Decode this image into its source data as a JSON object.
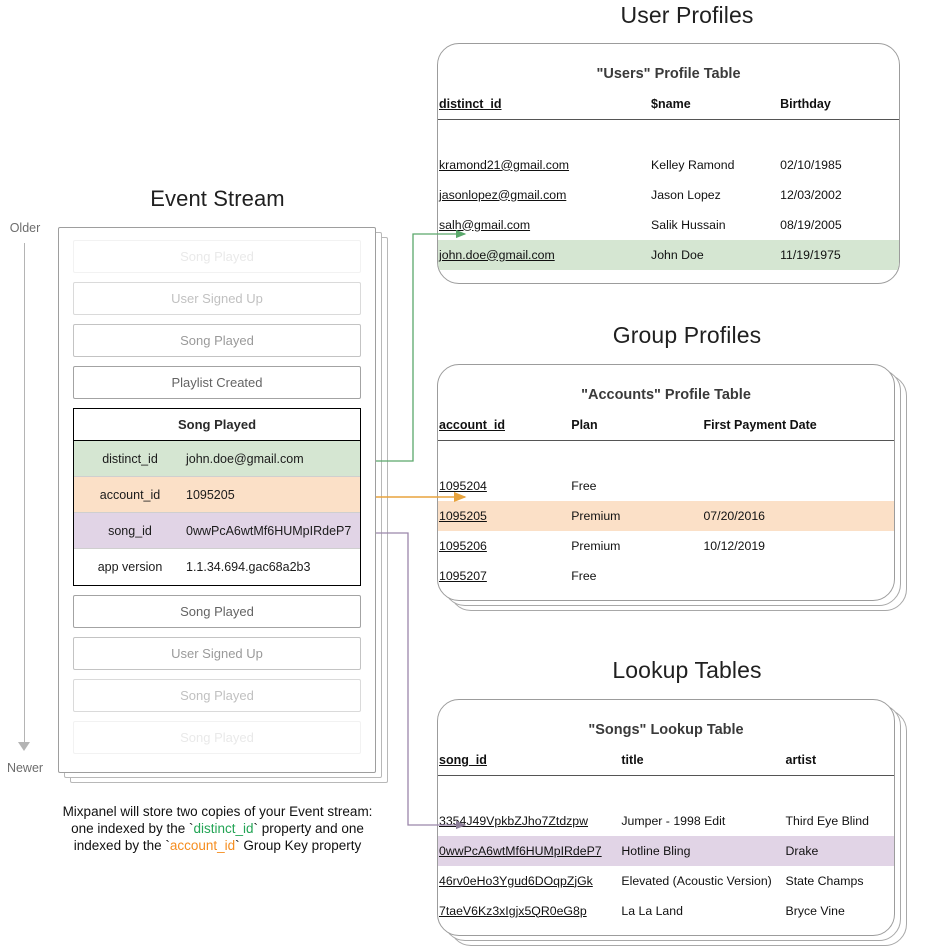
{
  "sections": {
    "user_profiles_title": "User Profiles",
    "group_profiles_title": "Group Profiles",
    "lookup_tables_title": "Lookup Tables",
    "event_stream_title": "Event Stream"
  },
  "time_axis": {
    "top_label": "Older",
    "bottom_label": "Newer"
  },
  "event_stream": {
    "events_above": [
      {
        "label": "Song Played",
        "fade": "fade-05"
      },
      {
        "label": "User Signed Up",
        "fade": "fade-1"
      },
      {
        "label": "Song Played",
        "fade": "fade-2"
      },
      {
        "label": "Playlist Created",
        "fade": "fade-3"
      }
    ],
    "selected_event": {
      "title": "Song Played",
      "properties": [
        {
          "key": "distinct_id",
          "value": "john.doe@gmail.com",
          "highlight": "green"
        },
        {
          "key": "account_id",
          "value": "1095205",
          "highlight": "orange"
        },
        {
          "key": "song_id",
          "value": "0wwPcA6wtMf6HUMpIRdeP7",
          "highlight": "purple"
        },
        {
          "key": "app version",
          "value": "1.1.34.694.gac68a2b3",
          "highlight": "none"
        }
      ]
    },
    "events_below": [
      {
        "label": "Song Played",
        "fade": "fade-3"
      },
      {
        "label": "User Signed Up",
        "fade": "fade-2"
      },
      {
        "label": "Song Played",
        "fade": "fade-1"
      },
      {
        "label": "Song Played",
        "fade": "fade-05"
      }
    ],
    "caption": {
      "line1": "Mixpanel will store two copies of your Event stream:",
      "line2_a": "one indexed by the `",
      "line2_token": "distinct_id",
      "line2_b": "` property and one",
      "line3_a": "indexed by the `",
      "line3_token": "account_id",
      "line3_b": "` Group Key property"
    }
  },
  "users_table": {
    "title": "\"Users\" Profile Table",
    "columns": [
      "distinct_id",
      "$name",
      "Birthday"
    ],
    "rows": [
      {
        "cells": [
          "kramond21@gmail.com",
          "Kelley Ramond",
          "02/10/1985"
        ],
        "highlight": "none"
      },
      {
        "cells": [
          "jasonlopez@gmail.com",
          "Jason Lopez",
          "12/03/2002"
        ],
        "highlight": "none"
      },
      {
        "cells": [
          "salh@gmail.com",
          "Salik Hussain",
          "08/19/2005"
        ],
        "highlight": "none"
      },
      {
        "cells": [
          "john.doe@gmail.com",
          "John Doe",
          "11/19/1975"
        ],
        "highlight": "green"
      }
    ]
  },
  "accounts_table": {
    "title": "\"Accounts\" Profile Table",
    "columns": [
      "account_id",
      "Plan",
      "First Payment Date"
    ],
    "rows": [
      {
        "cells": [
          "1095204",
          "Free",
          ""
        ],
        "highlight": "none"
      },
      {
        "cells": [
          "1095205",
          "Premium",
          "07/20/2016"
        ],
        "highlight": "orange"
      },
      {
        "cells": [
          "1095206",
          "Premium",
          "10/12/2019"
        ],
        "highlight": "none"
      },
      {
        "cells": [
          "1095207",
          "Free",
          ""
        ],
        "highlight": "none"
      }
    ]
  },
  "songs_table": {
    "title": "\"Songs\" Lookup Table",
    "columns": [
      "song_id",
      "title",
      "artist"
    ],
    "rows": [
      {
        "cells": [
          "3354J49VpkbZJho7Ztdzpw",
          "Jumper - 1998 Edit",
          "Third Eye Blind"
        ],
        "highlight": "none"
      },
      {
        "cells": [
          "0wwPcA6wtMf6HUMpIRdeP7",
          "Hotline Bling",
          "Drake"
        ],
        "highlight": "purple"
      },
      {
        "cells": [
          "46rv0eHo3Ygud6DOqpZjGk",
          "Elevated (Acoustic Version)",
          "State Champs"
        ],
        "highlight": "none"
      },
      {
        "cells": [
          "7taeV6Kz3xIgjx5QR0eG8p",
          "La La Land",
          "Bryce Vine"
        ],
        "highlight": "none"
      }
    ]
  },
  "colors": {
    "green": "#d5e6d2",
    "orange": "#fbe0c7",
    "purple": "#e1d4e6",
    "green_line": "#5aa86b",
    "orange_line": "#e8a33d",
    "purple_line": "#9b86aa",
    "token_green": "#23a455",
    "token_orange": "#f58d1f"
  }
}
